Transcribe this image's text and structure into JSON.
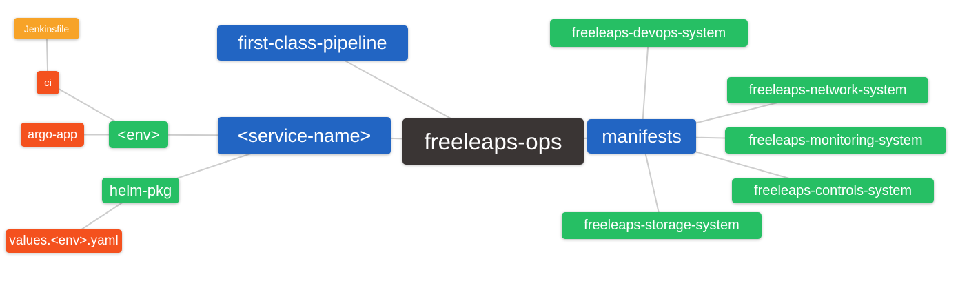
{
  "diagram": {
    "type": "mindmap",
    "root_id": "freeleaps-ops",
    "colors": {
      "blue": "#2265c3",
      "green": "#26bf64",
      "red": "#f4511e",
      "orange": "#f7a328",
      "dark": "#3a3534",
      "edge": "#cdcdcd",
      "text": "#ffffff",
      "background": "#ffffff"
    },
    "nodes": [
      {
        "id": "jenkinsfile",
        "label": "Jenkinsfile",
        "color_key": "orange"
      },
      {
        "id": "ci",
        "label": "ci",
        "color_key": "red"
      },
      {
        "id": "argo-app",
        "label": "argo-app",
        "color_key": "red"
      },
      {
        "id": "env",
        "label": "<env>",
        "color_key": "green"
      },
      {
        "id": "helm-pkg",
        "label": "helm-pkg",
        "color_key": "green"
      },
      {
        "id": "values-env-yaml",
        "label": "values.<env>.yaml",
        "color_key": "red"
      },
      {
        "id": "first-class-pipeline",
        "label": "first-class-pipeline",
        "color_key": "blue"
      },
      {
        "id": "service-name",
        "label": "<service-name>",
        "color_key": "blue"
      },
      {
        "id": "freeleaps-ops",
        "label": "freeleaps-ops",
        "color_key": "dark"
      },
      {
        "id": "manifests",
        "label": "manifests",
        "color_key": "blue"
      },
      {
        "id": "freeleaps-devops-system",
        "label": "freeleaps-devops-system",
        "color_key": "green"
      },
      {
        "id": "freeleaps-network-system",
        "label": "freeleaps-network-system",
        "color_key": "green"
      },
      {
        "id": "freeleaps-monitoring-system",
        "label": "freeleaps-monitoring-system",
        "color_key": "green"
      },
      {
        "id": "freeleaps-controls-system",
        "label": "freeleaps-controls-system",
        "color_key": "green"
      },
      {
        "id": "freeleaps-storage-system",
        "label": "freeleaps-storage-system",
        "color_key": "green"
      }
    ],
    "edges": [
      [
        "jenkinsfile",
        "ci"
      ],
      [
        "ci",
        "env"
      ],
      [
        "argo-app",
        "env"
      ],
      [
        "env",
        "service-name"
      ],
      [
        "service-name",
        "helm-pkg"
      ],
      [
        "helm-pkg",
        "values-env-yaml"
      ],
      [
        "first-class-pipeline",
        "freeleaps-ops"
      ],
      [
        "service-name",
        "freeleaps-ops"
      ],
      [
        "freeleaps-ops",
        "manifests"
      ],
      [
        "manifests",
        "freeleaps-devops-system"
      ],
      [
        "manifests",
        "freeleaps-network-system"
      ],
      [
        "manifests",
        "freeleaps-monitoring-system"
      ],
      [
        "manifests",
        "freeleaps-controls-system"
      ],
      [
        "manifests",
        "freeleaps-storage-system"
      ]
    ]
  }
}
